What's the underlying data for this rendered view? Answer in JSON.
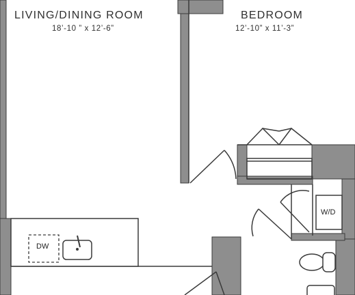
{
  "rooms": {
    "living_dining": {
      "name": "LIVING/DINING ROOM",
      "dimensions": "18’-10 ” x 12’-6”"
    },
    "bedroom": {
      "name": "BEDROOM",
      "dimensions": "12’-10” x 11’-3”"
    }
  },
  "fixtures": {
    "dishwasher": "DW",
    "washer_dryer": "W/D"
  },
  "colors": {
    "wall": "#8e8e8e",
    "outline": "#3a3a3a",
    "text": "#2f2f2f"
  }
}
